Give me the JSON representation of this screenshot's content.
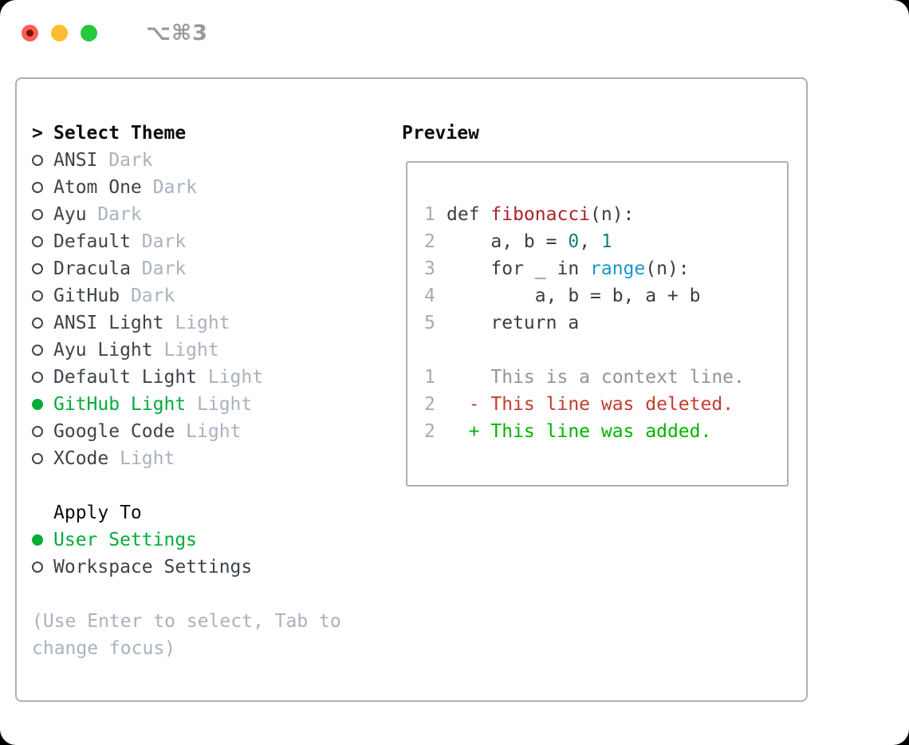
{
  "titlebar": {
    "shortcut": "⌥⌘3"
  },
  "colors": {
    "selection_green": "#00ac38",
    "added_green": "#00b400",
    "deleted_red": "#c33d2c",
    "function_red": "#ab2328",
    "builtin_blue": "#1b95cd",
    "number_teal": "#0f837d",
    "muted_gray": "#a9b2bd",
    "context_gray": "#8f9499",
    "text_dark": "#3d434a",
    "border_gray": "#a9b1ba",
    "traffic_red": "#fd5f57",
    "traffic_yellow": "#febc2e",
    "traffic_green": "#28c83e"
  },
  "menu": {
    "prompt": ">",
    "title": "Select Theme",
    "items": [
      {
        "name": "ANSI",
        "variant": "Dark",
        "selected": false
      },
      {
        "name": "Atom One",
        "variant": "Dark",
        "selected": false
      },
      {
        "name": "Ayu",
        "variant": "Dark",
        "selected": false
      },
      {
        "name": "Default",
        "variant": "Dark",
        "selected": false
      },
      {
        "name": "Dracula",
        "variant": "Dark",
        "selected": false
      },
      {
        "name": "GitHub",
        "variant": "Dark",
        "selected": false
      },
      {
        "name": "ANSI Light",
        "variant": "Light",
        "selected": false
      },
      {
        "name": "Ayu Light",
        "variant": "Light",
        "selected": false
      },
      {
        "name": "Default Light",
        "variant": "Light",
        "selected": false
      },
      {
        "name": "GitHub Light",
        "variant": "Light",
        "selected": true
      },
      {
        "name": "Google Code",
        "variant": "Light",
        "selected": false
      },
      {
        "name": "XCode",
        "variant": "Light",
        "selected": false
      }
    ],
    "apply_to": {
      "title": "Apply To",
      "options": [
        {
          "name": "User Settings",
          "selected": true
        },
        {
          "name": "Workspace Settings",
          "selected": false
        }
      ]
    },
    "hint_lines": [
      "(Use Enter to select, Tab to",
      "change focus)"
    ]
  },
  "preview": {
    "title": "Preview",
    "code_lines": [
      {
        "num": "1",
        "segments": [
          {
            "t": "def ",
            "c": "text"
          },
          {
            "t": "fibonacci",
            "c": "func"
          },
          {
            "t": "(n):",
            "c": "text"
          }
        ]
      },
      {
        "num": "2",
        "segments": [
          {
            "t": "    a, b = ",
            "c": "text"
          },
          {
            "t": "0",
            "c": "num"
          },
          {
            "t": ", ",
            "c": "text"
          },
          {
            "t": "1",
            "c": "num"
          }
        ]
      },
      {
        "num": "3",
        "segments": [
          {
            "t": "    for _ in ",
            "c": "text"
          },
          {
            "t": "range",
            "c": "builtin"
          },
          {
            "t": "(n):",
            "c": "text"
          }
        ]
      },
      {
        "num": "4",
        "segments": [
          {
            "t": "        a, b = b, a + b",
            "c": "text"
          }
        ]
      },
      {
        "num": "5",
        "segments": [
          {
            "t": "    return a",
            "c": "text"
          }
        ]
      },
      {
        "num": "",
        "segments": []
      },
      {
        "num": "1",
        "segments": [
          {
            "t": "    This is a context line.",
            "c": "ctx"
          }
        ]
      },
      {
        "num": "2",
        "segments": [
          {
            "t": "  - This line was deleted.",
            "c": "del"
          }
        ]
      },
      {
        "num": "2",
        "segments": [
          {
            "t": "  + This line was added.",
            "c": "add"
          }
        ]
      }
    ]
  }
}
